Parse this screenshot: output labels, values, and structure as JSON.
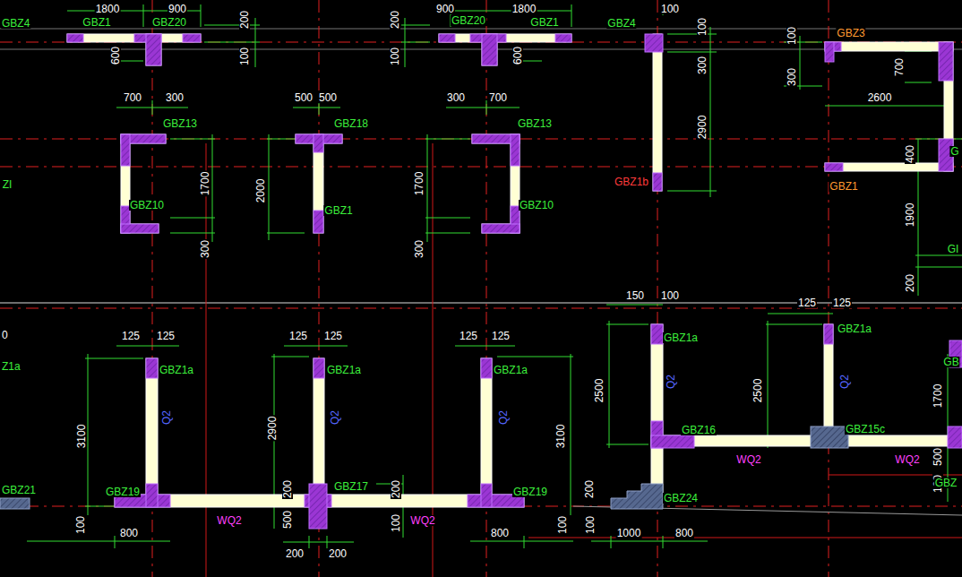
{
  "diagram": {
    "labels": [
      "1800",
      "900",
      "GBZ4",
      "GBZ1",
      "GBZ20",
      "600",
      "200",
      "100",
      "200",
      "100",
      "900",
      "1800",
      "GBZ20",
      "GBZ1",
      "600",
      "GBZ4",
      "100",
      "100",
      "300",
      "2900",
      "GBZ1b",
      "100",
      "300",
      "GBZ3",
      "700",
      "2600",
      "GBZ1",
      "400",
      "1900",
      "200",
      "G",
      "GI",
      "ZI",
      "700",
      "300",
      "GBZ13",
      "1700",
      "GBZ10",
      "300",
      "500",
      "500",
      "GBZ18",
      "2000",
      "GBZ1",
      "300",
      "700",
      "GBZ13",
      "1700",
      "GBZ10",
      "300",
      "150",
      "100",
      "125",
      "125",
      "0",
      "Z1a",
      "125",
      "125",
      "GBZ1a",
      "3100",
      "Q2",
      "GBZ19",
      "GBZ21",
      "125",
      "125",
      "GBZ1a",
      "2900",
      "Q2",
      "GBZ17",
      "200",
      "500",
      "WQ2",
      "200",
      "200",
      "125",
      "125",
      "GBZ1a",
      "3100",
      "Q2",
      "GBZ19",
      "200",
      "100",
      "WQ2",
      "800",
      "800",
      "100",
      "100",
      "2500",
      "GBZ1a",
      "Q2",
      "GBZ16",
      "GBZ24",
      "200",
      "WQ2",
      "1000",
      "800",
      "100",
      "2500",
      "GBZ1a",
      "Q2",
      "GBZ15c",
      "WQ2",
      "1700",
      "500",
      "100",
      "GBZ",
      "GB"
    ]
  }
}
